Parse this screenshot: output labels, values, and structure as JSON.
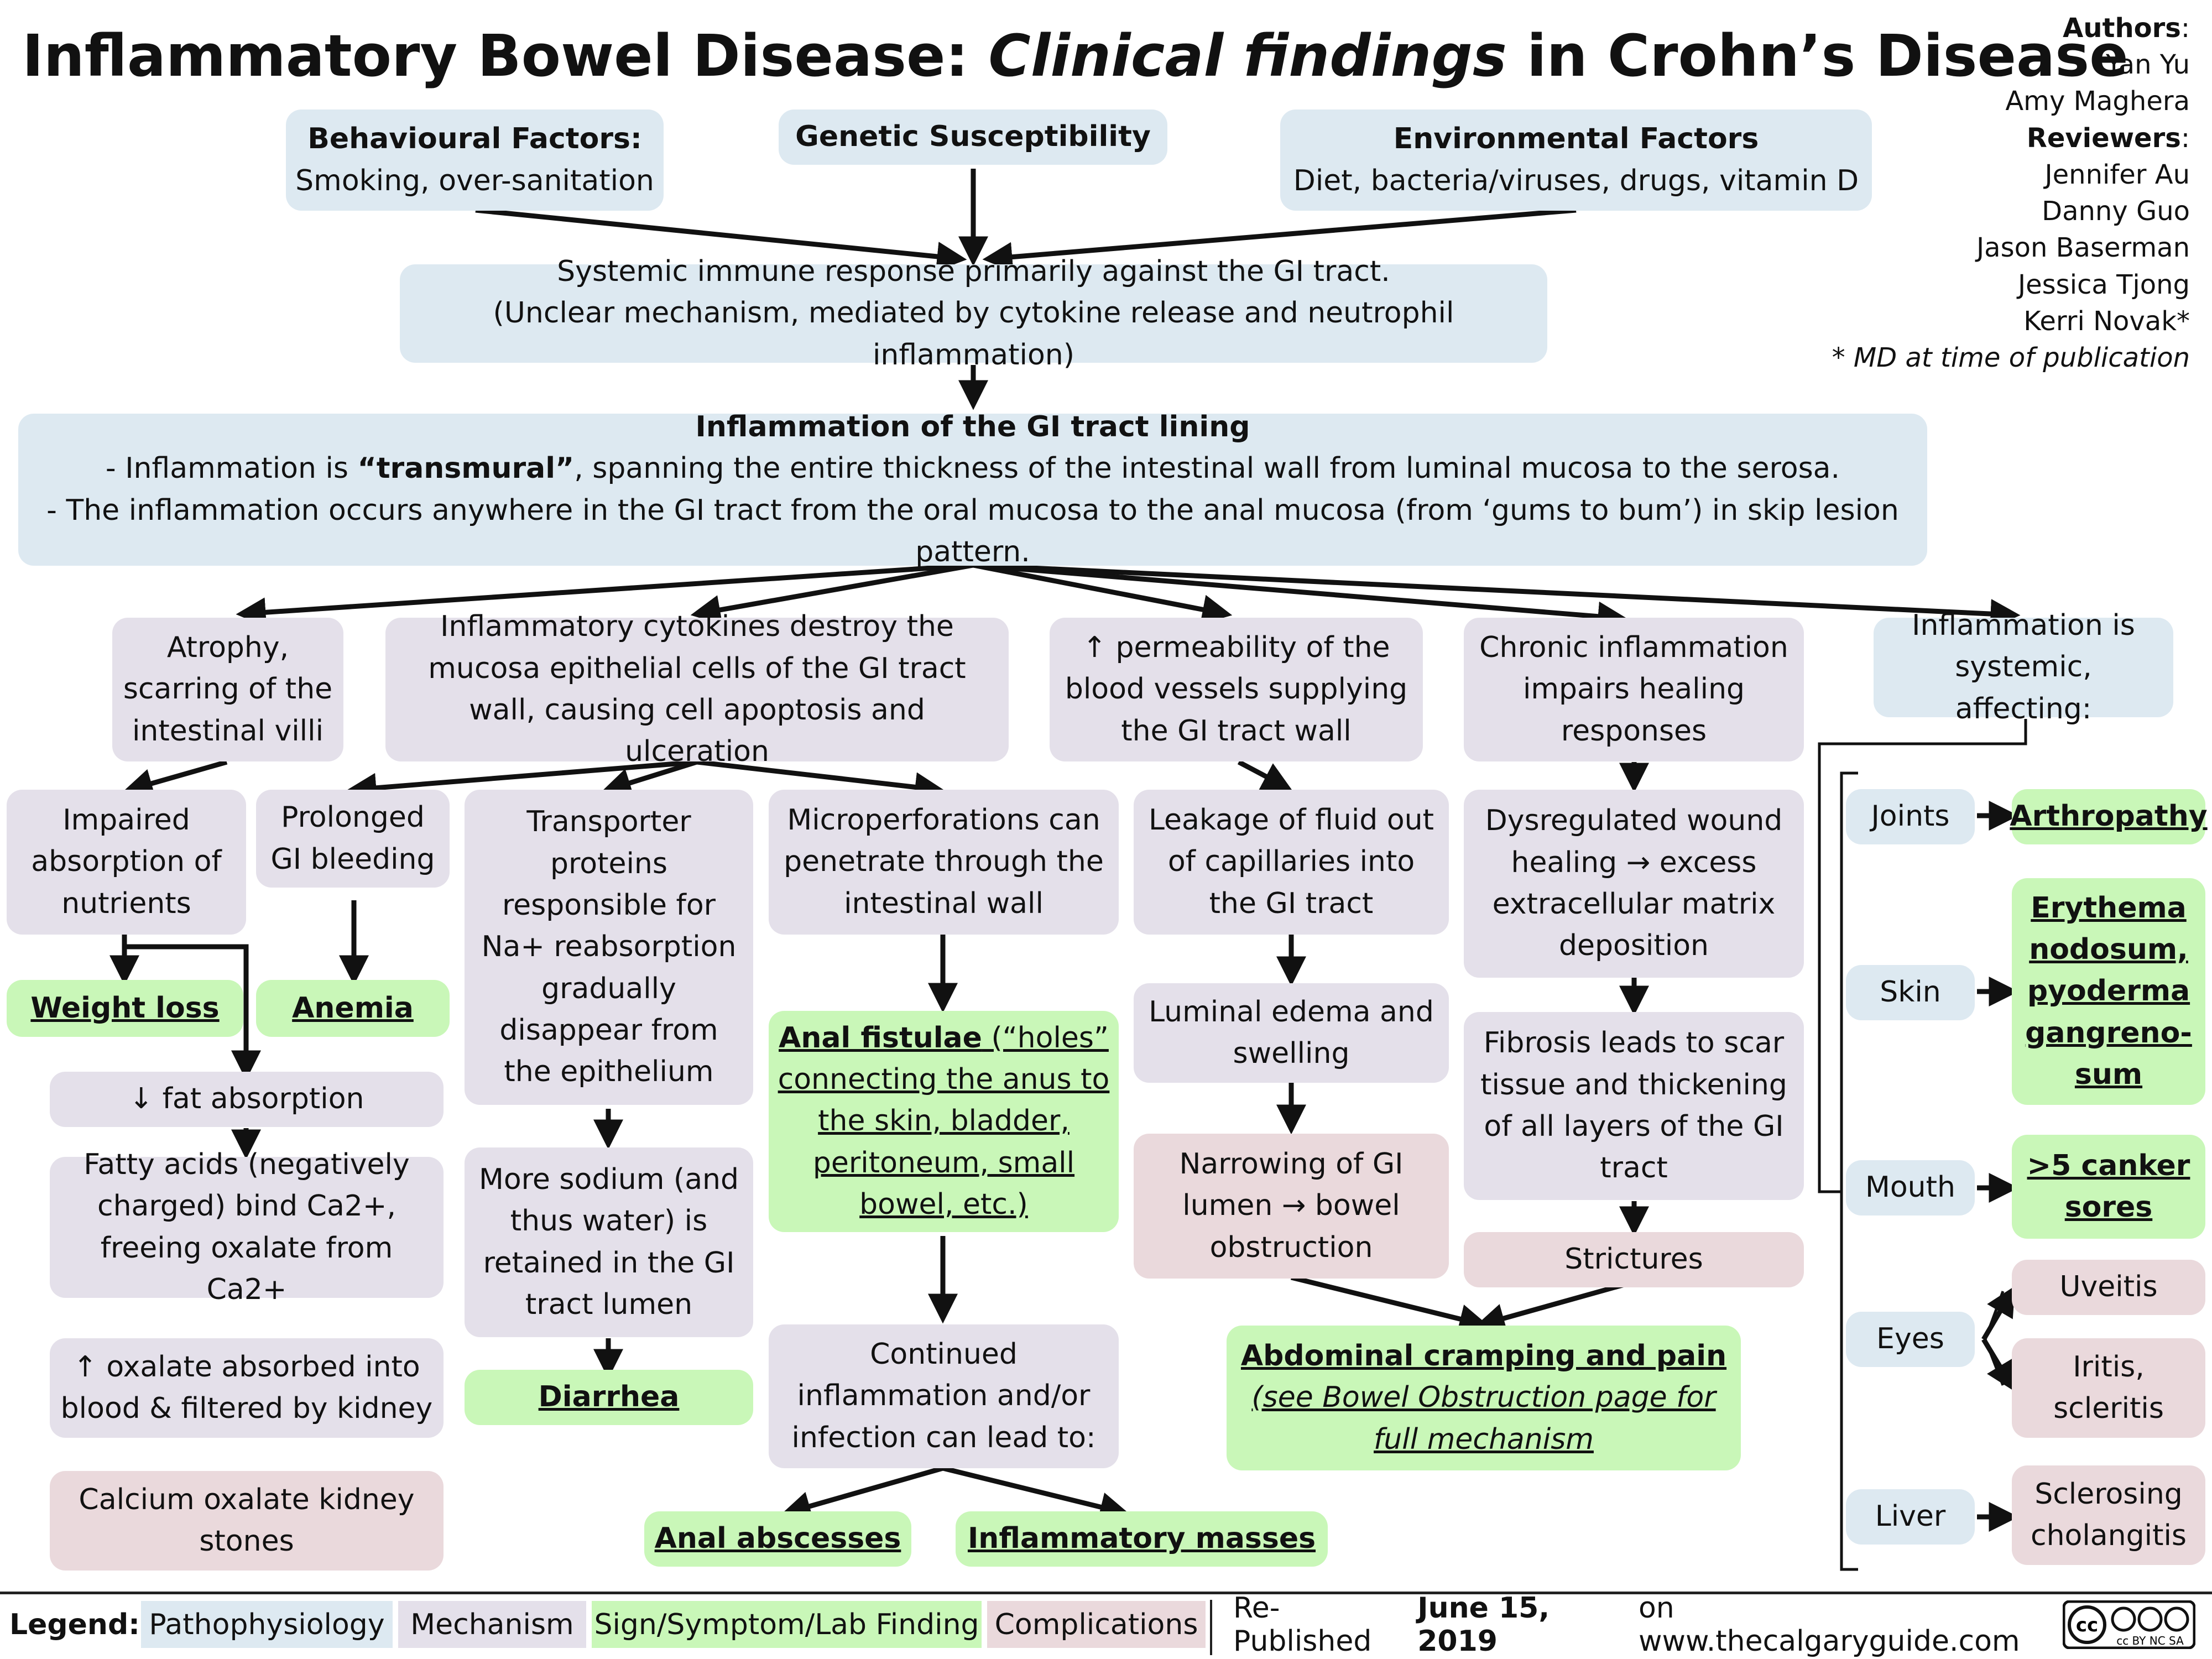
{
  "title": {
    "part1": "Inflammatory Bowel Disease: ",
    "part2": "Clinical findings",
    "part3": " in Crohn’s Disease"
  },
  "authors": {
    "authors_label": "Authors",
    "authors": [
      "Yan Yu",
      "Amy Maghera"
    ],
    "reviewers_label": "Reviewers",
    "reviewers": [
      "Jennifer Au",
      "Danny Guo",
      "Jason Baserman",
      "Jessica Tjong",
      "Kerri Novak*"
    ],
    "note": "* MD at time of publication"
  },
  "factors": {
    "behavioural_title": "Behavioural Factors:",
    "behavioural_text": "Smoking, over-sanitation",
    "genetic_title": "Genetic Susceptibility",
    "environmental_title": "Environmental Factors",
    "environmental_text": "Diet, bacteria/viruses, drugs, vitamin D"
  },
  "systemic_response": {
    "line1": "Systemic immune response primarily against the GI tract.",
    "line2": "(Unclear mechanism, mediated by cytokine release and neutrophil inflammation)"
  },
  "inflammation": {
    "title": "Inflammation of the GI tract lining",
    "line1_pre": "- Inflammation is ",
    "line1_bold": "“transmural”",
    "line1_post": ", spanning the entire thickness of the intestinal wall from luminal mucosa to the serosa.",
    "line2": "- The inflammation occurs anywhere in the GI tract from the oral mucosa to the anal mucosa (from ‘gums to bum’) in skip lesion pattern."
  },
  "col1": {
    "atrophy": "Atrophy, scarring of the intestinal villi",
    "impaired": "Impaired absorption of nutrients",
    "weight_loss": "Weight loss",
    "fat": "↓ fat absorption",
    "fatty_acids": "Fatty acids (negatively charged) bind Ca2+, freeing oxalate from Ca2+",
    "oxalate": "↑ oxalate absorbed into blood & filtered by kidney",
    "stones": "Calcium oxalate kidney stones"
  },
  "col2": {
    "cytokines": "Inflammatory cytokines destroy the mucosa epithelial cells of the GI tract wall, causing cell apoptosis and ulceration",
    "bleeding": "Prolonged GI bleeding",
    "anemia": "Anemia",
    "transporter": "Transporter proteins responsible for Na+ reabsorption gradually disappear from the epithelium",
    "sodium": "More sodium (and thus water) is retained in the GI tract lumen",
    "diarrhea": "Diarrhea",
    "microperf": "Microperforations can penetrate through the intestinal wall",
    "fistulae_bold": "Anal fistulae",
    "fistulae_rest": " (“holes” connecting the anus to the skin, bladder, peritoneum, small bowel, etc.)",
    "continued": "Continued inflammation and/or infection can lead to:",
    "abscesses": "Anal abscesses",
    "masses": "Inflammatory masses"
  },
  "col3": {
    "permeability": "↑ permeability of the blood vessels supplying the GI tract wall",
    "leakage": "Leakage of fluid out of capillaries into the GI tract",
    "edema": "Luminal edema and swelling",
    "narrowing": "Narrowing of GI lumen → bowel obstruction",
    "cramping_title": "Abdominal cramping and pain",
    "cramping_note": "(see Bowel Obstruction page for full mechanism"
  },
  "col4": {
    "chronic": "Chronic inflammation impairs healing responses",
    "dysregulated": "Dysregulated wound healing → excess extracellular matrix deposition",
    "fibrosis": "Fibrosis leads to scar tissue and thickening of all layers of the GI tract",
    "strictures": "Strictures"
  },
  "col5": {
    "systemic": "Inflammation is systemic, affecting:",
    "joints": "Joints",
    "arthropathy": "Arthropathy",
    "skin": "Skin",
    "erythema": "Erythema nodosum, pyoderma gangreno-sum",
    "mouth": "Mouth",
    "canker": ">5 canker sores",
    "eyes": "Eyes",
    "uveitis": "Uveitis",
    "iritis": "Iritis, scleritis",
    "liver": "Liver",
    "cholangitis": "Sclerosing cholangitis"
  },
  "legend": {
    "label": "Legend:",
    "items": [
      "Pathophysiology",
      "Mechanism",
      "Sign/Symptom/Lab Finding",
      "Complications"
    ],
    "colors": [
      "#dde9f1",
      "#e4e0ea",
      "#c9f7b8",
      "#ead9dc"
    ],
    "republished_pre": "Re-Published ",
    "republished_date": "June 15, 2019",
    "republished_post": " on www.thecalgaryguide.com",
    "license": "cc BY NC SA"
  }
}
